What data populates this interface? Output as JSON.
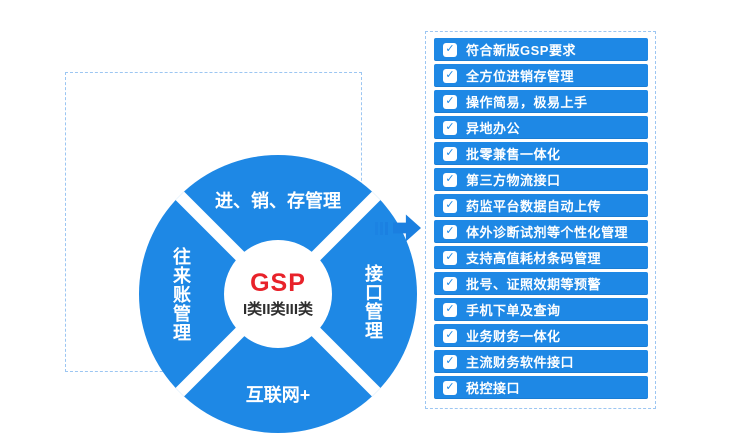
{
  "colors": {
    "primary_blue": "#1E88E5",
    "arrow_blue": "#1B7FE0",
    "gsp_red": "#E8222A",
    "dashed_border": "#9CC6F2",
    "subtitle_dark": "#2E2E2E"
  },
  "icons": {
    "check": "✓"
  },
  "diagram": {
    "center_title": "GSP",
    "center_subtitle": "I类II类III类",
    "segment_top": "进、销、存管理",
    "segment_right": "接口管理",
    "segment_bottom": "互联网+",
    "segment_left": "往来账管理"
  },
  "features": [
    "符合新版GSP要求",
    "全方位进销存管理",
    "操作简易，极易上手",
    "异地办公",
    "批零兼售一体化",
    "第三方物流接口",
    "药监平台数据自动上传",
    "体外诊断试剂等个性化管理",
    "支持高值耗材条码管理",
    "批号、证照效期等预警",
    "手机下单及查询",
    "业务财务一体化",
    "主流财务软件接口",
    "税控接口"
  ]
}
